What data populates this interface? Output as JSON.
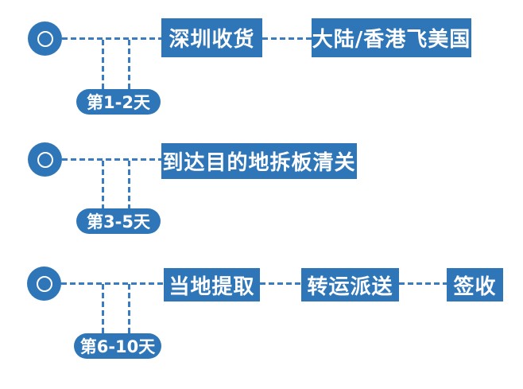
{
  "colors": {
    "primary": "#2F76B8",
    "dash": "#3A7CC2",
    "text_on_primary": "#FFFFFF",
    "background": "#FFFFFF"
  },
  "rows": [
    {
      "day_label": "第1-2天",
      "steps": [
        "深圳收货",
        "大陆/香港飞美国"
      ]
    },
    {
      "day_label": "第3-5天",
      "steps": [
        "到达目的地拆板清关"
      ]
    },
    {
      "day_label": "第6-10天",
      "steps": [
        "当地提取",
        "转运派送",
        "签收"
      ]
    }
  ]
}
